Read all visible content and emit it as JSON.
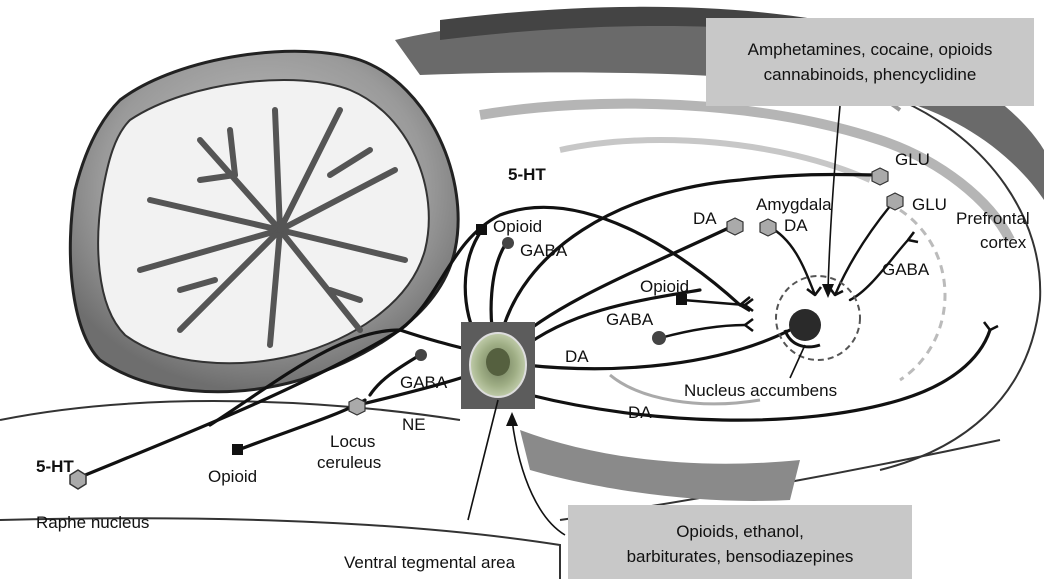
{
  "drug_boxes": {
    "top": {
      "line1": "Amphetamines, cocaine, opioids",
      "line2": "cannabinoids, phencyclidine"
    },
    "bottom": {
      "line1": "Opioids, ethanol,",
      "line2": "barbiturates, bensodiazepines"
    }
  },
  "regions": {
    "amygdala": "Amygdala",
    "prefrontal_cortex_line1": "Prefrontal",
    "prefrontal_cortex_line2": "cortex",
    "nucleus_accumbens": "Nucleus accumbens",
    "ventral_tegmental_area": "Ventral tegmental area",
    "locus_ceruleus_line1": "Locus",
    "locus_ceruleus_line2": "ceruleus",
    "raphe_nucleus": "Raphe nucleus"
  },
  "transmitters": {
    "serotonin_top": "5-HT",
    "serotonin_bottom": "5-HT",
    "opioid_vta": "Opioid",
    "gaba_vta": "GABA",
    "da_amygdala_left": "DA",
    "da_amygdala_right": "DA",
    "glu_top": "GLU",
    "glu_right": "GLU",
    "gaba_prefrontal": "GABA",
    "opioid_accumbens": "Opioid",
    "gaba_accumbens": "GABA",
    "da_to_accumbens": "DA",
    "da_to_cortex": "DA",
    "gaba_locus": "GABA",
    "ne": "NE",
    "opioid_locus": "Opioid"
  }
}
